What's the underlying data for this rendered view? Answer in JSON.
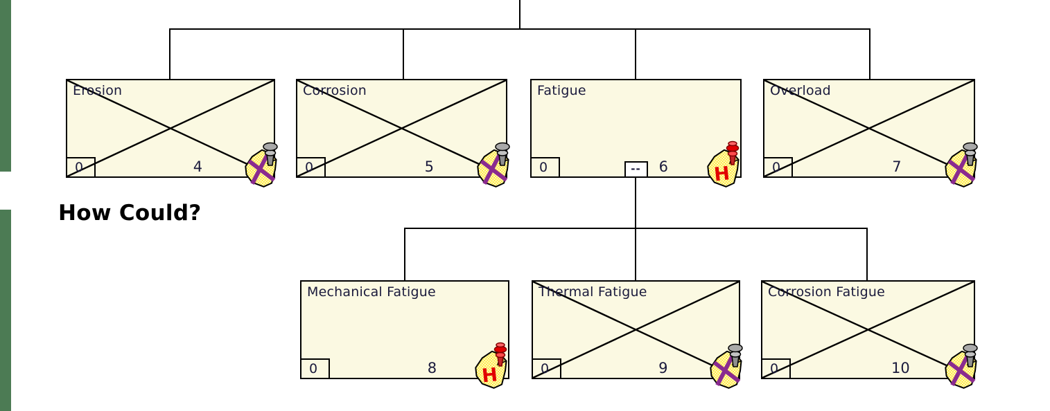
{
  "section": {
    "label": "How Could?"
  },
  "colors": {
    "node_fill": "#FBF9E2",
    "node_border": "#000000",
    "node_text": "#1A1A3C",
    "accent_green": "#4C7B54",
    "note_yellow": "#FFE838",
    "note_yellow_light": "#FFFBD0",
    "ribbon_purple": "#8A2B8F",
    "pushpin_gray": "#A9A9A9",
    "pushpin_red": "#E10000",
    "hypothesis_red": "#E10000"
  },
  "icons": {
    "ruled_out_note": "ruled-out-note-icon",
    "hypothesis_note": "hypothesis-note-icon",
    "hypothesis_letter": "H"
  },
  "tree": {
    "nodes": [
      {
        "label": "Erosion",
        "counter": "0",
        "number": "4",
        "crossed": true,
        "note": "ruled-out"
      },
      {
        "label": "Corrosion",
        "counter": "0",
        "number": "5",
        "crossed": true,
        "note": "ruled-out"
      },
      {
        "label": "Fatigue",
        "counter": "0",
        "number": "6",
        "crossed": false,
        "note": "hypothesis",
        "gate": "--"
      },
      {
        "label": "Overload",
        "counter": "0",
        "number": "7",
        "crossed": true,
        "note": "ruled-out"
      },
      {
        "label": "Mechanical Fatigue",
        "counter": "0",
        "number": "8",
        "crossed": false,
        "note": "hypothesis"
      },
      {
        "label": "Thermal Fatigue",
        "counter": "0",
        "number": "9",
        "crossed": true,
        "note": "ruled-out"
      },
      {
        "label": "Corrosion Fatigue",
        "counter": "0",
        "number": "10",
        "crossed": true,
        "note": "ruled-out"
      }
    ]
  }
}
